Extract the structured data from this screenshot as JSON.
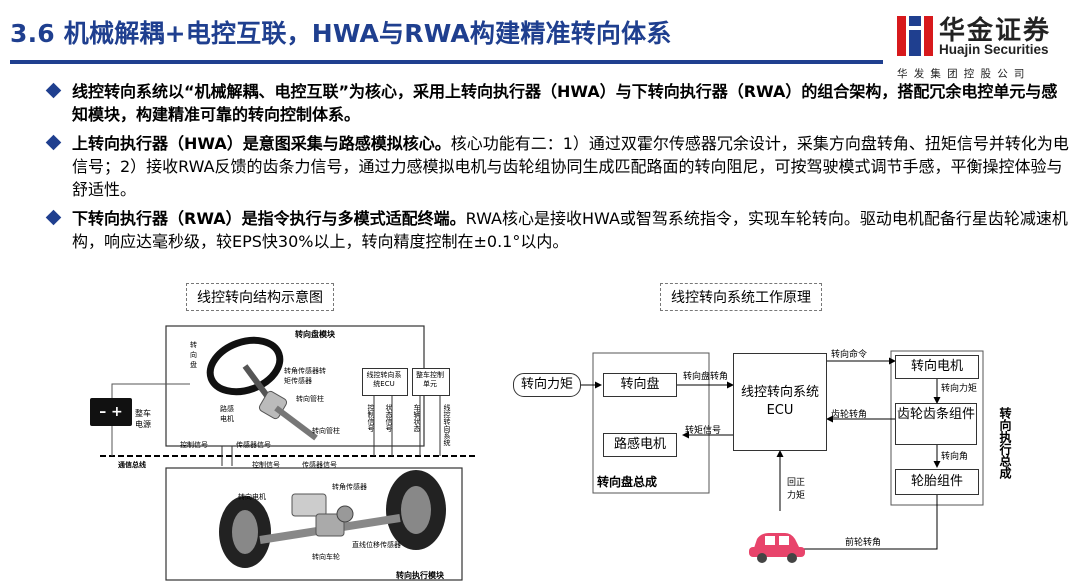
{
  "header": {
    "title": "3.6 机械解耦+电控互联，HWA与RWA构建精准转向体系",
    "logo_cn": "华金证券",
    "logo_en": "Huajin Securities",
    "logo_sub": "华发集团控股公司"
  },
  "bullets": [
    {
      "bold": "线控转向系统以“机械解耦、电控互联”为核心，采用上转向执行器（HWA）与下转向执行器（RWA）的组合架构，搭配冗余电控单元与感知模块，构建精准可靠的转向控制体系。",
      "text": ""
    },
    {
      "bold": "上转向执行器（HWA）是意图采集与路感模拟核心。",
      "text": "核心功能有二：1）通过双霍尔传感器冗余设计，采集方向盘转角、扭矩信号并转化为电信号；2）接收RWA反馈的齿条力信号，通过力感模拟电机与齿轮组协同生成匹配路面的转向阻尼，可按驾驶模式调节手感，平衡操控体验与舒适性。"
    },
    {
      "bold": "下转向执行器（RWA）是指令执行与多模式适配终端。",
      "text": "RWA核心是接收HWA或智驾系统指令，实现车轮转向。驱动电机配备行星齿轮减速机构，响应达毫秒级，较EPS快30%以上，转向精度控制在±0.1°以内。"
    }
  ],
  "left_diagram": {
    "caption": "线控转向结构示意图",
    "top_module": "转向盘模块",
    "bottom_module": "转向执行模块",
    "steering_wheel": "转向盘",
    "angle_torque_sensor": "转角传感器转矩传感器",
    "steering_column_pipe": "转向管柱",
    "road_feel_motor": "路感电机",
    "steering_column": "转向管柱",
    "ecu": "线控转向系统ECU",
    "vehicle_ctrl": "整车控制单元",
    "battery": "整车电源",
    "bus": "通信总线",
    "ctrl_signal": "控制信号",
    "status_signal": "状态信号",
    "vehicle_status": "车辆状态",
    "wire_system": "线控转向系统",
    "ctrl_sig_top": "控制信号",
    "sensor_sig_top": "传感器信号",
    "ctrl_sig_bottom": "控制信号",
    "sensor_sig_bottom": "传感器信号",
    "steer_motor": "转向电机",
    "angle_sensor": "转角传感器",
    "linear_sensor": "直线位移传感器",
    "wheel": "转向车轮"
  },
  "right_diagram": {
    "caption": "线控转向系统工作原理",
    "torque_in": "转向力矩",
    "wheel_box": "转向盘",
    "feel_motor": "路感电机",
    "top_group": "转向盘总成",
    "ecu": "线控转向系统ECU",
    "steer_motor": "转向电机",
    "rack": "齿轮齿条组件",
    "tire": "轮胎组件",
    "actuator_group": "转向执行总成",
    "wheel_angle": "转向盘转角",
    "torque_signal": "转矩信号",
    "steer_cmd": "转向命令",
    "gear_angle": "齿轮转角",
    "steer_force": "转向力矩",
    "steer_angle": "转向角",
    "return_torque": "回正力矩",
    "front_angle": "前轮转角"
  },
  "colors": {
    "brand_blue": "#1f3f8f",
    "logo_red": "#d7191c",
    "car_pink": "#e8446b"
  }
}
